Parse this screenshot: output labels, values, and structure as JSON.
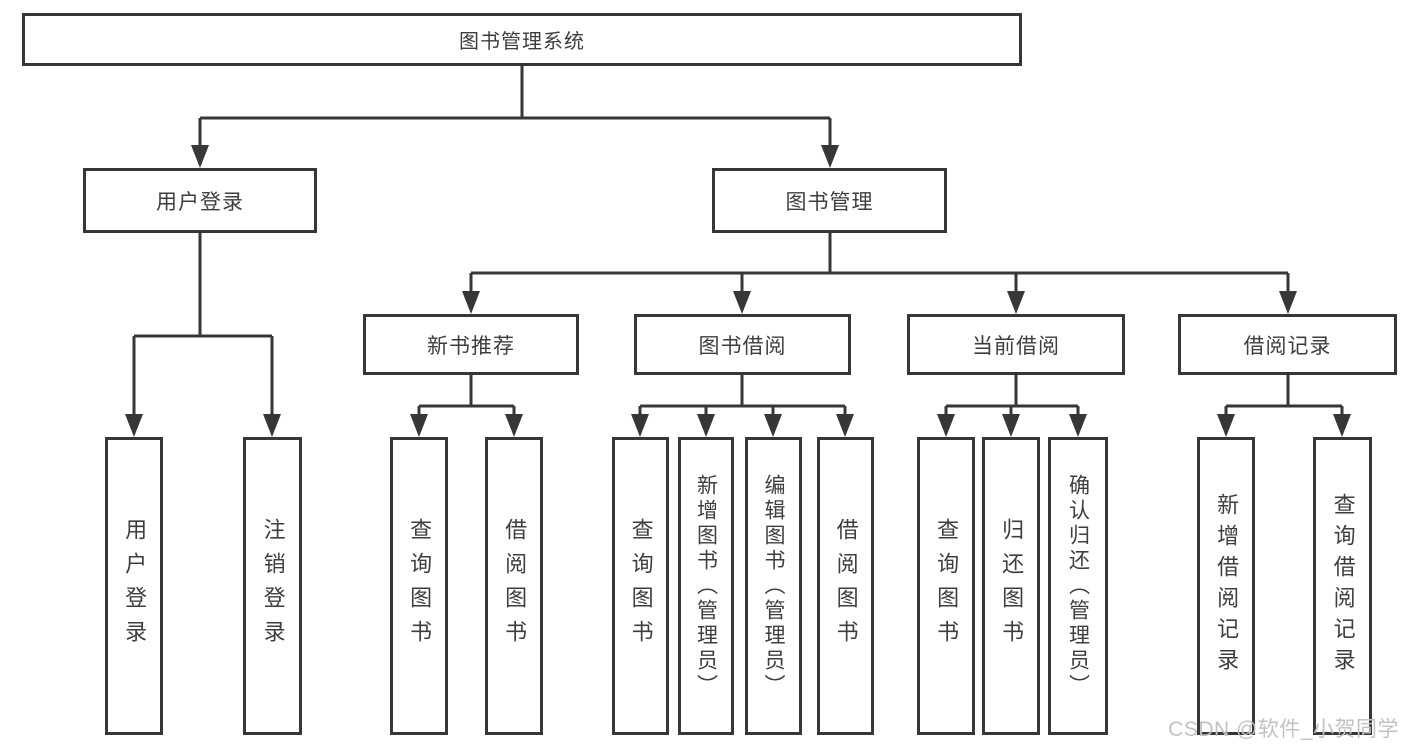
{
  "diagram": {
    "root": {
      "label": "图书管理系统"
    },
    "branches": [
      {
        "label": "用户登录",
        "children": [
          {
            "label": "用户登录"
          },
          {
            "label": "注销登录"
          }
        ]
      },
      {
        "label": "图书管理",
        "children": [
          {
            "label": "新书推荐",
            "children": [
              {
                "label": "查询图书"
              },
              {
                "label": "借阅图书"
              }
            ]
          },
          {
            "label": "图书借阅",
            "children": [
              {
                "label": "查询图书"
              },
              {
                "label": "新增图书（管理员）"
              },
              {
                "label": "编辑图书（管理员）"
              },
              {
                "label": "借阅图书"
              }
            ]
          },
          {
            "label": "当前借阅",
            "children": [
              {
                "label": "查询图书"
              },
              {
                "label": "归还图书"
              },
              {
                "label": "确认归还（管理员）"
              }
            ]
          },
          {
            "label": "借阅记录",
            "children": [
              {
                "label": "新增借阅记录"
              },
              {
                "label": "查询借阅记录"
              }
            ]
          }
        ]
      }
    ]
  },
  "watermark": {
    "text": "CSDN @软件_小贺同学"
  },
  "colors": {
    "line": "#373737",
    "text": "#3e3e3e",
    "watermark": "#c2c2c2",
    "background": "#ffffff"
  }
}
